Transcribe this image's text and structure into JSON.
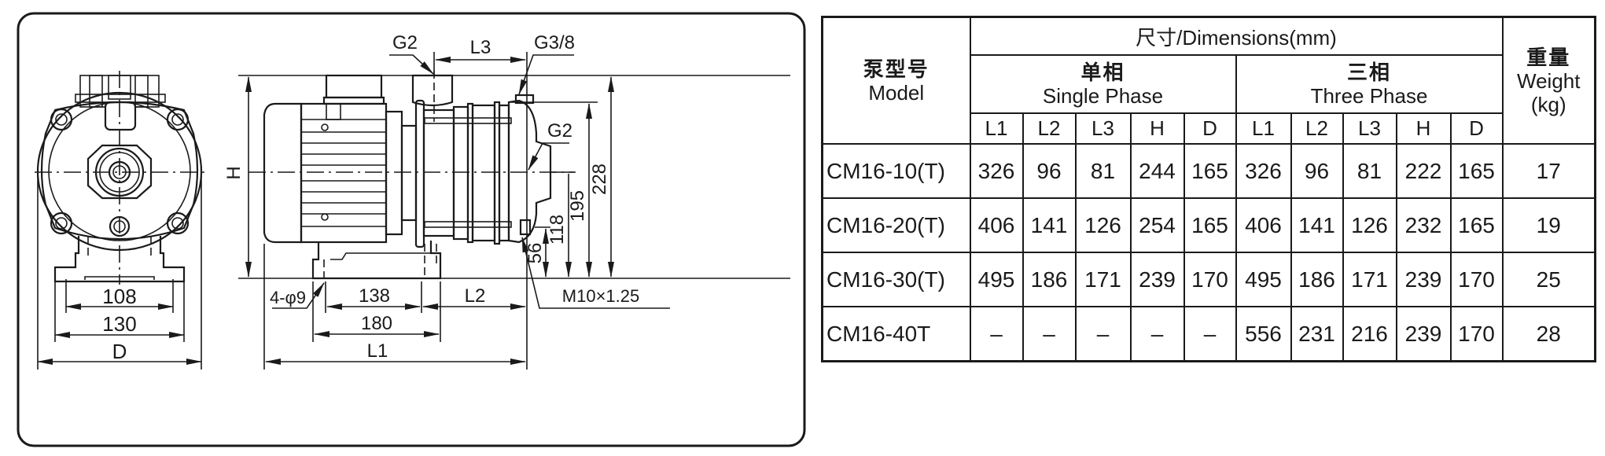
{
  "drawing": {
    "front_view": {
      "dim_inner_width": "108",
      "dim_base_width": "130",
      "dim_overall": "D"
    },
    "side_view": {
      "height_label": "H",
      "inlet_label": "G2",
      "length_l3": "L3",
      "vent_label": "G3/8",
      "outlet_label": "G2",
      "dim_228": "228",
      "dim_195": "195",
      "dim_118": "118",
      "dim_56": "56",
      "drain_label": "M10×1.25",
      "hole_label": "4-φ9",
      "dim_138": "138",
      "length_l2": "L2",
      "dim_180": "180",
      "length_l1": "L1"
    }
  },
  "table": {
    "model_header_cn": "泵型号",
    "model_header_en": "Model",
    "dimensions_header": "尺寸/Dimensions(mm)",
    "single_phase_cn": "单相",
    "single_phase_en": "Single Phase",
    "three_phase_cn": "三相",
    "three_phase_en": "Three Phase",
    "weight_header_cn": "重量",
    "weight_header_en": "Weight",
    "weight_header_unit": "(kg)",
    "sub_columns": [
      "L1",
      "L2",
      "L3",
      "H",
      "D"
    ],
    "rows": [
      {
        "model": "CM16-10(T)",
        "single": [
          "326",
          "96",
          "81",
          "244",
          "165"
        ],
        "three": [
          "326",
          "96",
          "81",
          "222",
          "165"
        ],
        "weight": "17"
      },
      {
        "model": "CM16-20(T)",
        "single": [
          "406",
          "141",
          "126",
          "254",
          "165"
        ],
        "three": [
          "406",
          "141",
          "126",
          "232",
          "165"
        ],
        "weight": "19"
      },
      {
        "model": "CM16-30(T)",
        "single": [
          "495",
          "186",
          "171",
          "239",
          "170"
        ],
        "three": [
          "495",
          "186",
          "171",
          "239",
          "170"
        ],
        "weight": "25"
      },
      {
        "model": "CM16-40T",
        "single": [
          "–",
          "–",
          "–",
          "–",
          "–"
        ],
        "three": [
          "556",
          "231",
          "216",
          "239",
          "170"
        ],
        "weight": "28"
      }
    ]
  }
}
